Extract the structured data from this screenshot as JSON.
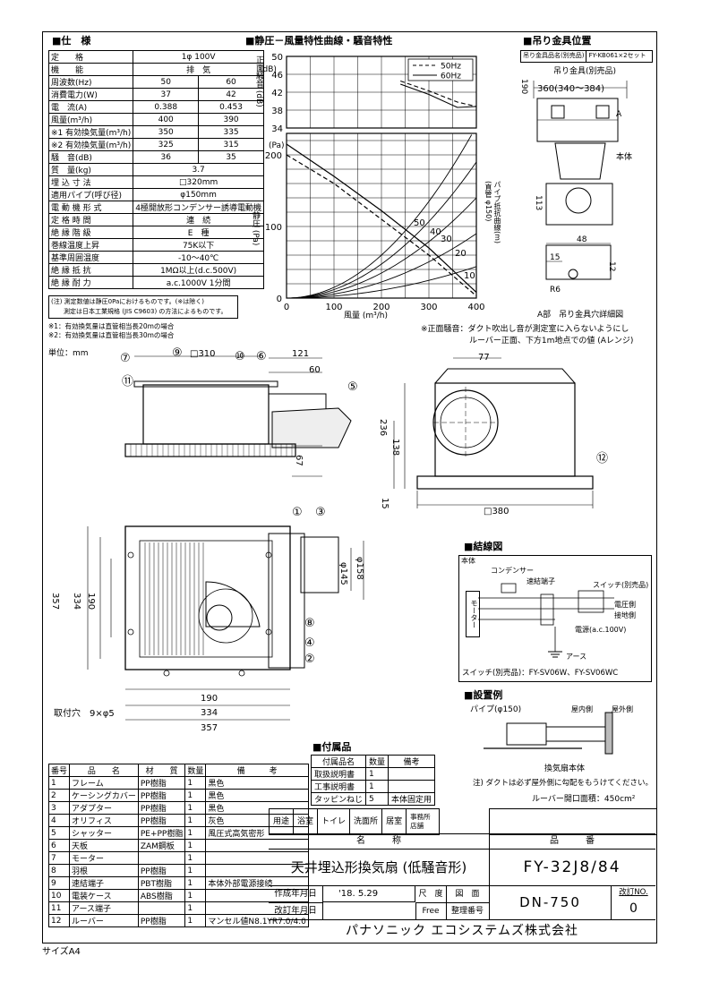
{
  "headings": {
    "spec": "■仕　様",
    "chart": "■静圧－風量特性曲線・騒音特性",
    "hanger": "■吊り金具位置",
    "wiring": "■結線図",
    "install": "■設置例",
    "accessories": "■付属品"
  },
  "spec_rows": [
    [
      "定　　格",
      "1φ 100V",
      ""
    ],
    [
      "機　　能",
      "排　気",
      ""
    ],
    [
      "周波数(Hz)",
      "50",
      "60"
    ],
    [
      "消費電力(W)",
      "37",
      "42"
    ],
    [
      "電　流(A)",
      "0.388",
      "0.453"
    ],
    [
      "風量(m³/h)",
      "400",
      "390"
    ],
    [
      "※1 有効換気量(m³/h)",
      "350",
      "335"
    ],
    [
      "※2 有効換気量(m³/h)",
      "325",
      "315"
    ],
    [
      "騒　音(dB)",
      "36",
      "35"
    ],
    [
      "質　量(kg)",
      "3.7",
      ""
    ],
    [
      "埋 込 寸 法",
      "□320mm",
      ""
    ],
    [
      "適用パイプ(呼び径)",
      "φ150mm",
      ""
    ],
    [
      "電 動 機 形 式",
      "4極開放形コンデンサー誘導電動機",
      ""
    ],
    [
      "定 格 時 間",
      "連　続",
      ""
    ],
    [
      "絶 縁 階 級",
      "E　種",
      ""
    ],
    [
      "巻線温度上昇",
      "75K以下",
      ""
    ],
    [
      "基準周囲温度",
      "-10〜40℃",
      ""
    ],
    [
      "絶 縁 抵 抗",
      "1MΩ以上(d.c.500V)",
      ""
    ],
    [
      "絶 縁 耐 力",
      "a.c.1000V 1分間",
      ""
    ]
  ],
  "spec_note1": "(注) 測定数値は静圧0Paにおけるものです。(※は除く)",
  "spec_note2": "測定は日本工業規格 (JIS C9603) の方法によるものです。",
  "footnote1": "※1：有効換気量は直管相当長20mの場合",
  "footnote2": "※2：有効換気量は直管相当長30mの場合",
  "unit": "単位：mm",
  "chart_data": {
    "type": "line",
    "noise": {
      "ylabel": "正面騒音 (dB)",
      "yticks": [
        34,
        38,
        42,
        46,
        50
      ],
      "series": [
        {
          "name": "50Hz",
          "style": "dashed",
          "x": [
            240,
            300,
            360,
            400
          ],
          "y": [
            44.5,
            42.3,
            39.8,
            38.8
          ]
        },
        {
          "name": "60Hz",
          "style": "solid",
          "x": [
            240,
            300,
            360,
            400
          ],
          "y": [
            43.8,
            41.5,
            38.6,
            38.8
          ]
        }
      ]
    },
    "pressure": {
      "ylabel": "静圧 (Pa)",
      "xlabel": "風量 (m³/h)",
      "xticks": [
        0,
        100,
        200,
        300,
        400
      ],
      "yticks": [
        0,
        100,
        200
      ],
      "y2label": "パイプ抵抗曲線(m) (直管 φ150)",
      "series": [
        {
          "name": "50Hz",
          "style": "dashed",
          "x": [
            0,
            100,
            200,
            300,
            400
          ],
          "y": [
            200,
            160,
            110,
            60,
            3
          ]
        },
        {
          "name": "60Hz",
          "style": "solid",
          "x": [
            0,
            100,
            200,
            300,
            400
          ],
          "y": [
            215,
            170,
            122,
            70,
            8
          ]
        }
      ],
      "resistance_labels": [
        "50",
        "40",
        "30",
        "20",
        "10"
      ]
    }
  },
  "hanger": {
    "box_title": "吊り金具品名(別売品)",
    "box_value": "FY-KB061×2セット",
    "label1": "吊り金具(別売品)",
    "dim1": "360(340〜384)",
    "dim2": "190",
    "label2": "本体",
    "dim3": "113",
    "dim4": "48",
    "dim5": "15",
    "dim6": "12",
    "dim7": "R6",
    "caption": "A部　吊り金具穴詳細図",
    "marker": "A"
  },
  "front_note1": "※正面騒音：ダクト吹出し音が測定室に入らないようにし",
  "front_note2": "ルーバー正面、下方1m地点での値 (Aレンジ)",
  "dims": {
    "d310": "□310",
    "d121": "121",
    "d60": "60",
    "d67": "67",
    "d77": "77",
    "d236": "236",
    "d138": "138",
    "d15": "15",
    "d380": "□380",
    "d357v": "357",
    "d334v": "334",
    "d190v": "190",
    "d145": "φ145",
    "d158": "φ158",
    "d190h": "190",
    "d334h": "334",
    "d357h": "357",
    "holes": "取付穴　9×φ5"
  },
  "callouts": [
    "①",
    "②",
    "③",
    "④",
    "⑤",
    "⑥",
    "⑦",
    "⑧",
    "⑨",
    "⑩",
    "⑪",
    "⑫"
  ],
  "wiring": {
    "body": "本体",
    "condenser": "コンデンサー",
    "terminal": "速結端子",
    "switch": "スイッチ(別売品)",
    "motor": "モーター",
    "voltage_side": "電圧側",
    "ground_side": "接地側",
    "power": "電源(a.c.100V)",
    "earth": "アース",
    "caption": "スイッチ(別売品)：FY-SV06W、FY-SV06WC"
  },
  "install": {
    "pipe": "パイプ(φ150)",
    "indoor": "屋内側",
    "outdoor": "屋外側",
    "unit": "換気扇本体",
    "note": "注) ダクトは必ず屋外側に勾配をもうけてください。",
    "louver_area": "ルーバー開口面積：450cm²"
  },
  "accessories": {
    "headers": [
      "付属品名",
      "数量",
      "備考"
    ],
    "rows": [
      [
        "取扱説明書",
        "1",
        ""
      ],
      [
        "工事説明書",
        "1",
        ""
      ],
      [
        "タッピンねじ",
        "5",
        "本体固定用"
      ]
    ]
  },
  "parts": {
    "headers": [
      "番号",
      "品　　名",
      "材　　質",
      "数量",
      "備　　　考"
    ],
    "rows": [
      [
        "1",
        "フレーム",
        "PP樹脂",
        "1",
        "黒色"
      ],
      [
        "2",
        "ケーシングカバー",
        "PP樹脂",
        "1",
        "黒色"
      ],
      [
        "3",
        "アダプター",
        "PP樹脂",
        "1",
        "黒色"
      ],
      [
        "4",
        "オリフィス",
        "PP樹脂",
        "1",
        "灰色"
      ],
      [
        "5",
        "シャッター",
        "PE+PP樹脂",
        "1",
        "風圧式高気密形"
      ],
      [
        "6",
        "天板",
        "ZAM鋼板",
        "1",
        ""
      ],
      [
        "7",
        "モーター",
        "",
        "1",
        ""
      ],
      [
        "8",
        "羽根",
        "PP樹脂",
        "1",
        ""
      ],
      [
        "9",
        "速結端子",
        "PBT樹脂",
        "1",
        "本体外部電源接続"
      ],
      [
        "10",
        "電装ケース",
        "ABS樹脂",
        "1",
        ""
      ],
      [
        "11",
        "アース端子",
        "",
        "1",
        ""
      ],
      [
        "12",
        "ルーバー",
        "PP樹脂",
        "1",
        "マンセル値N8.1YR7.0/4.0"
      ]
    ]
  },
  "usage": [
    "用途",
    "浴室",
    "トイレ",
    "洗面所",
    "居室",
    "事務所 店舗"
  ],
  "titleblock": {
    "name_h": "名　　　称",
    "part_h": "品　　　番",
    "name": "天井埋込形換気扇 (低騒音形)",
    "part": "FY-32J8/84",
    "date_l": "作成年月日",
    "date": "'18. 5.29",
    "scale_l": "尺　度",
    "scale": "",
    "drawing_l": "図　面",
    "rev_l": "改訂年月日",
    "free": "Free",
    "num_l": "整理番号",
    "dn": "DN-750",
    "revno_l": "改訂NO.",
    "revno": "0",
    "company": "パナソニック エコシステムズ株式会社"
  },
  "size": "サイズA4"
}
